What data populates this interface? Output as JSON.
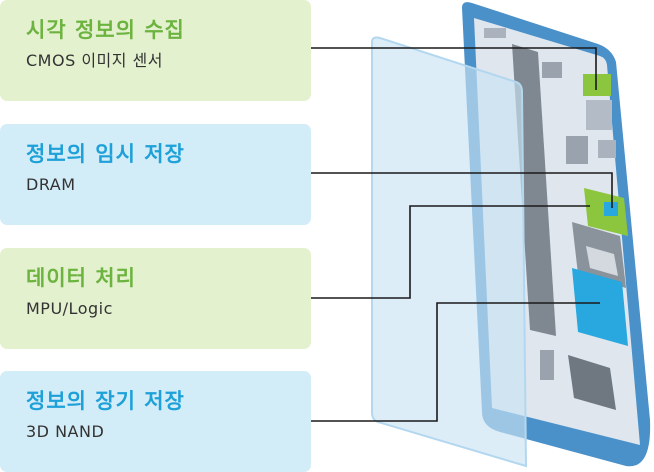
{
  "panels": [
    {
      "title": "시각 정보의 수집",
      "subtitle": "CMOS 이미지 센서",
      "color": "#6cb33f"
    },
    {
      "title": "정보의 임시 저장",
      "subtitle": "DRAM",
      "color": "#1ea0d8"
    },
    {
      "title": "데이터 처리",
      "subtitle": "MPU/Logic",
      "color": "#6cb33f"
    },
    {
      "title": "정보의 장기 저장",
      "subtitle": "3D NAND",
      "color": "#1ea0d8"
    }
  ],
  "colors": {
    "phone_frame": "#4a90c9",
    "board": "#dfe6ee",
    "glass": "#c9e3f4",
    "chip_green": "#8cc63f",
    "chip_blue": "#29a8e0",
    "chip_gray": "#7f8790"
  }
}
